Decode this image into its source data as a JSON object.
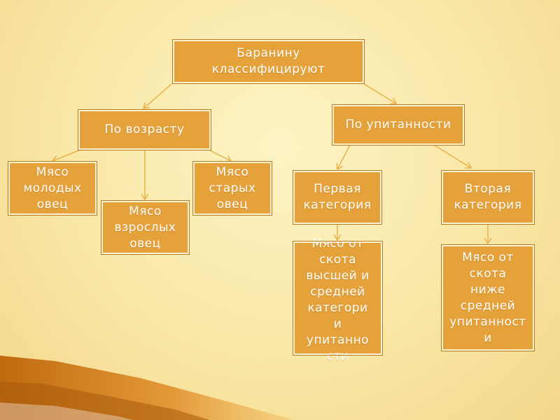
{
  "diagram": {
    "root": "Баранину\nклассифицируют",
    "by_age": "По возрасту",
    "by_fatness": "По упитанности",
    "young": "Мясо\nмолодых\nовец",
    "adult": "Мясо\nвзрослых\nовец",
    "old": "Мясо\nстарых\nовец",
    "first_category": "Первая\nкатегория",
    "second_category": "Вторая\nкатегория",
    "first_desc": "Мясо от\nскота\nвысшей и\nсредней\nкатегори\nи\nупитанно\nсти",
    "second_desc": "Мясо от\nскота\nниже\nсредней\nупитанност\nи"
  },
  "colors": {
    "box_fill": "#e5a13a",
    "box_border": "#fff3d6",
    "background": "#fbeeb4",
    "connector": "#e8b24a"
  }
}
